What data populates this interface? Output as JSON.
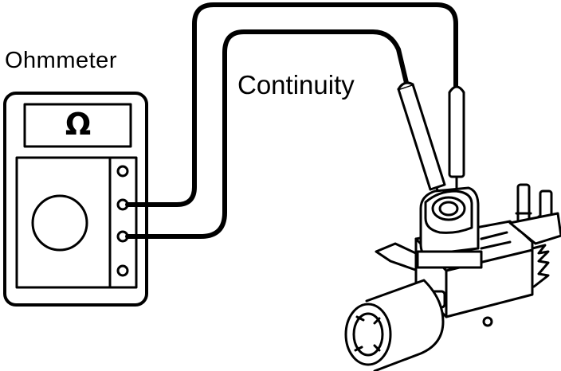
{
  "labels": {
    "ohmmeter": "Ohmmeter",
    "continuity": "Continuity"
  },
  "meter": {
    "display_symbol": "Ω",
    "terminal_count": 4
  },
  "colors": {
    "line": "#000000",
    "background": "#ffffff"
  }
}
